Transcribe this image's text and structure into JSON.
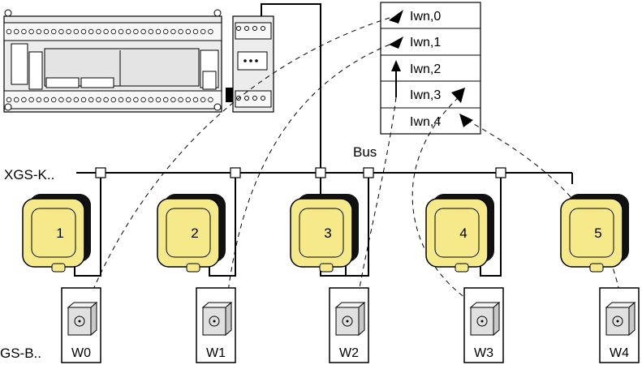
{
  "bus_label": "Bus",
  "reader_label": "XGS-K..",
  "tag_label": "GS-B..",
  "words": [
    "Iwn,0",
    "Iwn,1",
    "Iwn,2",
    "Iwn,3",
    "Iwn,4"
  ],
  "readers": [
    "1",
    "2",
    "3",
    "4",
    "5"
  ],
  "tags": [
    "W0",
    "W1",
    "W2",
    "W3",
    "W4"
  ],
  "colors": {
    "reader_face": "#f5e98a",
    "reader_body": "#111111",
    "device_body": "#ececec",
    "tag_body": "#e0e0e0"
  }
}
